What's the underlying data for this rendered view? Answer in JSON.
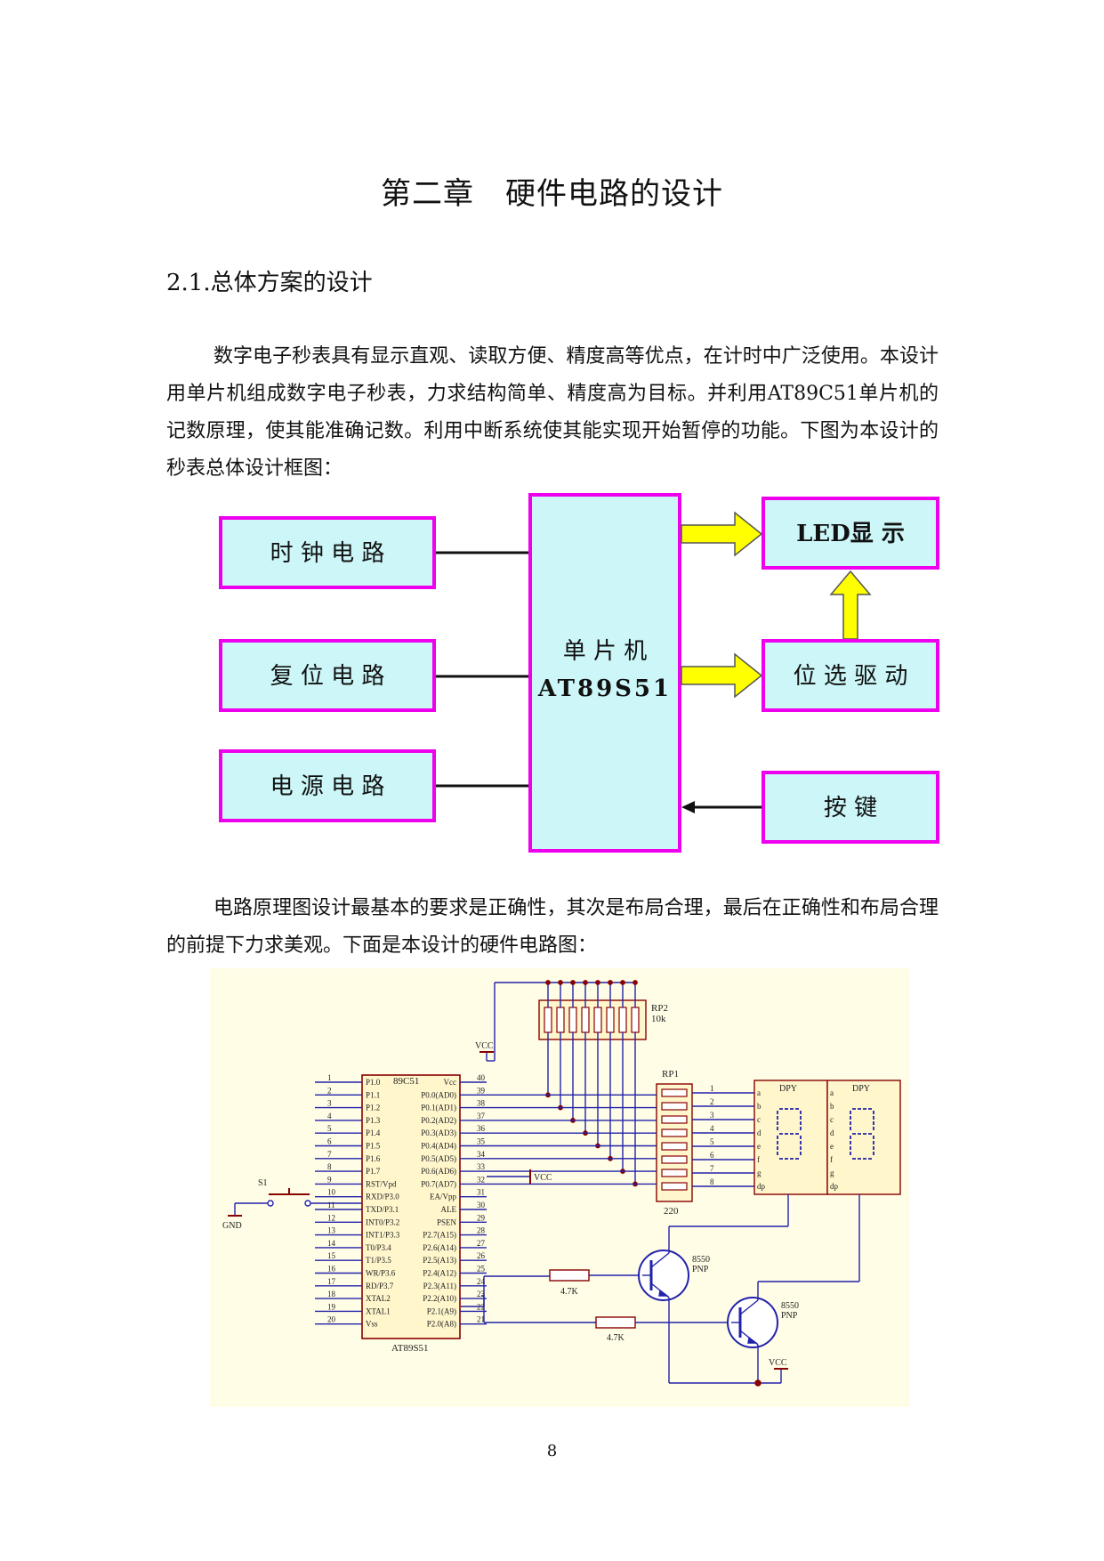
{
  "chapter_title": "第二章　硬件电路的设计",
  "section_title": "2.1.总体方案的设计",
  "paragraph1": "数字电子秒表具有显示直观、读取方便、精度高等优点，在计时中广泛使用。本设计用单片机组成数字电子秒表，力求结构简单、精度高为目标。并利用AT89C51单片机的记数原理，使其能准确记数。利用中断系统使其能实现开始暂停的功能。下图为本设计的秒表总体设计框图：",
  "paragraph2": "电路原理图设计最基本的要求是正确性，其次是布局合理，最后在正确性和布局合理的前提下力求美观。下面是本设计的硬件电路图：",
  "block_diagram": {
    "clock": "时 钟 电 路",
    "reset": "复 位 电 路",
    "power": "电 源 电 路",
    "mcu_line1": "单 片 机",
    "mcu_line2": "AT89S51",
    "led": "LED显 示",
    "digit_select": "位 选 驱 动",
    "keys": "按 键"
  },
  "schematic": {
    "chip_ref": "89C51",
    "chip_name": "AT89S51",
    "left_pins": [
      "P1.0",
      "P1.1",
      "P1.2",
      "P1.3",
      "P1.4",
      "P1.5",
      "P1.6",
      "P1.7",
      "RST/Vpd",
      "RXD/P3.0",
      "TXD/P3.1",
      "INT0/P3.2",
      "INT1/P3.3",
      "T0/P3.4",
      "T1/P3.5",
      "WR/P3.6",
      "RD/P3.7",
      "XTAL2",
      "XTAL1",
      "Vss"
    ],
    "right_pins": [
      "Vcc",
      "P0.0(AD0)",
      "P0.1(AD1)",
      "P0.2(AD2)",
      "P0.3(AD3)",
      "P0.4(AD4)",
      "P0.5(AD5)",
      "P0.6(AD6)",
      "P0.7(AD7)",
      "EA/Vpp",
      "ALE",
      "PSEN",
      "P2.7(A15)",
      "P2.6(A14)",
      "P2.5(A13)",
      "P2.4(A12)",
      "P2.3(A11)",
      "P2.2(A10)",
      "P2.1(A9)",
      "P2.0(A8)"
    ],
    "left_numbers": [
      "1",
      "2",
      "3",
      "4",
      "5",
      "6",
      "7",
      "8",
      "9",
      "10",
      "11",
      "12",
      "13",
      "14",
      "15",
      "16",
      "17",
      "18",
      "19",
      "20"
    ],
    "right_numbers": [
      "40",
      "39",
      "38",
      "37",
      "36",
      "35",
      "34",
      "33",
      "32",
      "31",
      "30",
      "29",
      "28",
      "27",
      "26",
      "25",
      "24",
      "23",
      "22",
      "21"
    ],
    "rp2_label": "RP2",
    "rp2_value": "10k",
    "rp1_label": "RP1",
    "rp1_value": "220",
    "vcc": "VCC",
    "gnd": "GND",
    "switch": "S1",
    "dpy": "DPY",
    "segments": [
      "a",
      "b",
      "c",
      "d",
      "e",
      "f",
      "g",
      "dp"
    ],
    "seg_numbers": [
      "1",
      "2",
      "3",
      "4",
      "5",
      "6",
      "7",
      "8"
    ],
    "transistor_type": "8550",
    "transistor_pol": "PNP",
    "resistor": "4.7K"
  },
  "page_number": "8",
  "colors": {
    "box_border": "#ee00ee",
    "box_fill": "#ccf6f8",
    "arrow_fill": "#ffff00",
    "schematic_bg": "#fffde6",
    "wire": "#2222aa",
    "part": "#880000"
  }
}
